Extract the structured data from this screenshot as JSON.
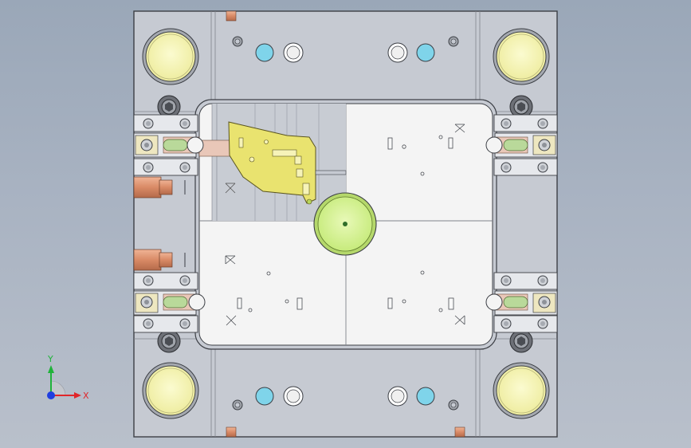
{
  "scene": {
    "view": "top-view",
    "background_top": "#9aa7b8",
    "background_bottom": "#b9c0cb"
  },
  "colors": {
    "plate": "#c6cad2",
    "plate_edge": "#3c3f45",
    "cavity": "#f4f4f4",
    "leader_pin": "#f3f2b4",
    "sprue": "#d8f2a0",
    "slider": "#e9e36f",
    "cooling_port": "#7fd4ea",
    "copper": "#d9987a",
    "stop": "#e8d9a0"
  },
  "triad": {
    "x_label": "X",
    "y_label": "Y",
    "x_color": "#e0262a",
    "y_color": "#20b33a",
    "z_color": "#1f3ee0"
  }
}
